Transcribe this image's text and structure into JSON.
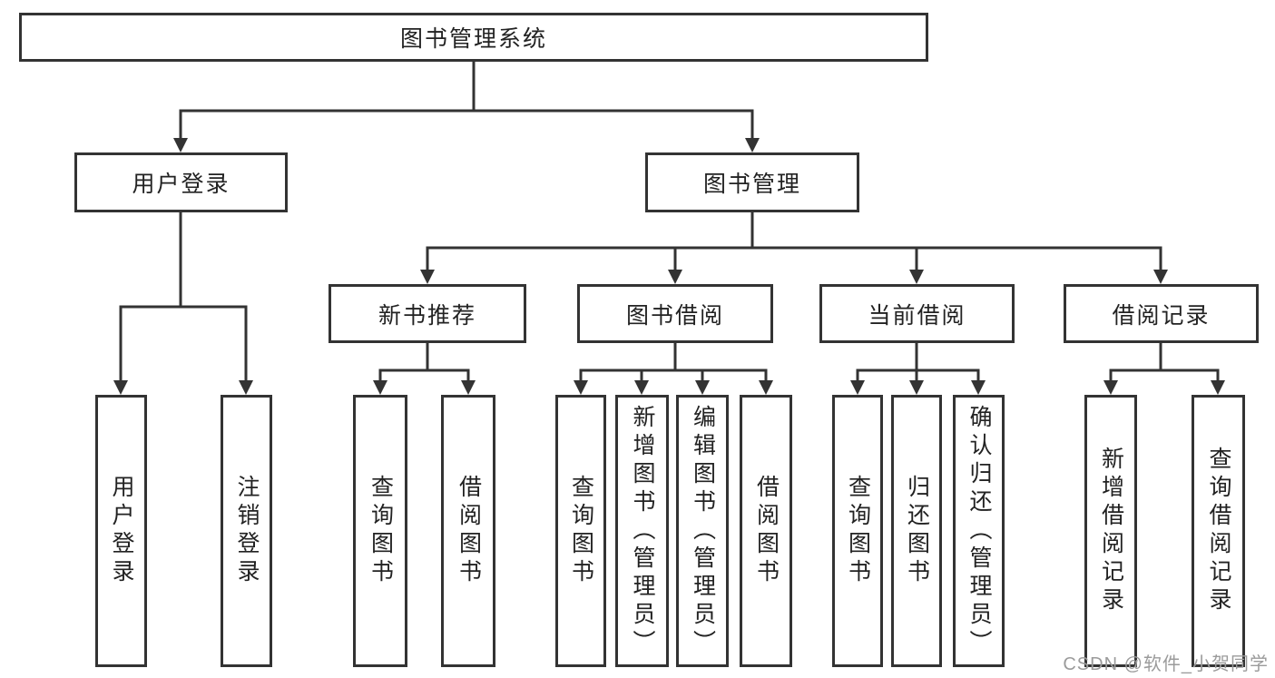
{
  "root": {
    "label": "图书管理系统"
  },
  "branches": [
    {
      "label": "用户登录",
      "leaves": [
        {
          "label": "用户登录"
        },
        {
          "label": "注销登录"
        }
      ]
    },
    {
      "label": "图书管理",
      "groups": [
        {
          "label": "新书推荐",
          "leaves": [
            {
              "label": "查询图书"
            },
            {
              "label": "借阅图书"
            }
          ]
        },
        {
          "label": "图书借阅",
          "leaves": [
            {
              "label": "查询图书"
            },
            {
              "label": "新增图书（管理员）"
            },
            {
              "label": "编辑图书（管理员）"
            },
            {
              "label": "借阅图书"
            }
          ]
        },
        {
          "label": "当前借阅",
          "leaves": [
            {
              "label": "查询图书"
            },
            {
              "label": "归还图书"
            },
            {
              "label": "确认归还（管理员）"
            }
          ]
        },
        {
          "label": "借阅记录",
          "leaves": [
            {
              "label": "新增借阅记录"
            },
            {
              "label": "查询借阅记录"
            }
          ]
        }
      ]
    }
  ],
  "watermark": {
    "text": "CSDN @软件_小贺同学"
  },
  "colors": {
    "line": "#333333",
    "box_border": "#333333",
    "text": "#222222",
    "background": "#ffffff",
    "watermark": "#9b9b9b"
  }
}
